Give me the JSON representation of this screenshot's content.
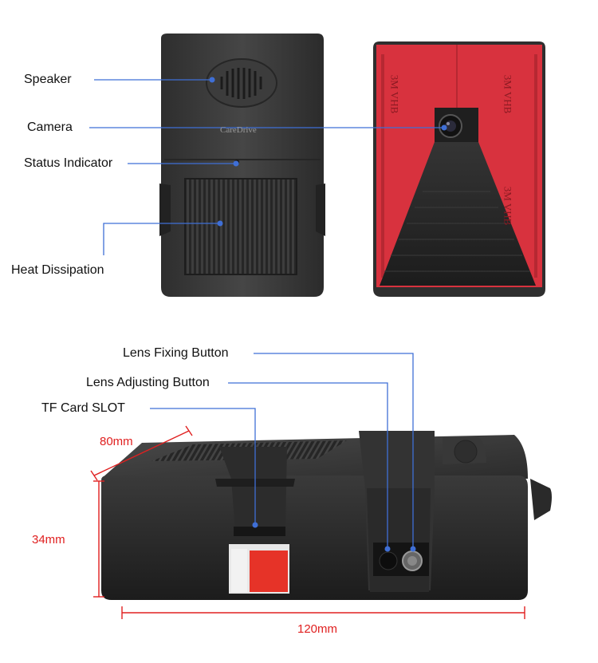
{
  "labels": {
    "speaker": "Speaker",
    "camera": "Camera",
    "status_indicator": "Status Indicator",
    "heat_dissipation": "Heat Dissipation",
    "lens_fixing_button": "Lens Fixing Button",
    "lens_adjusting_button": "Lens Adjusting Button",
    "tf_card_slot": "TF Card SLOT"
  },
  "brand": "CareDrive",
  "tape_text": "3M VHB",
  "dimensions": {
    "depth": "80mm",
    "height": "34mm",
    "width": "120mm"
  },
  "colors": {
    "leader": "#3f6fd6",
    "dimension": "#e02020",
    "device": "#3a3a3a",
    "tape": "#d8323e"
  }
}
